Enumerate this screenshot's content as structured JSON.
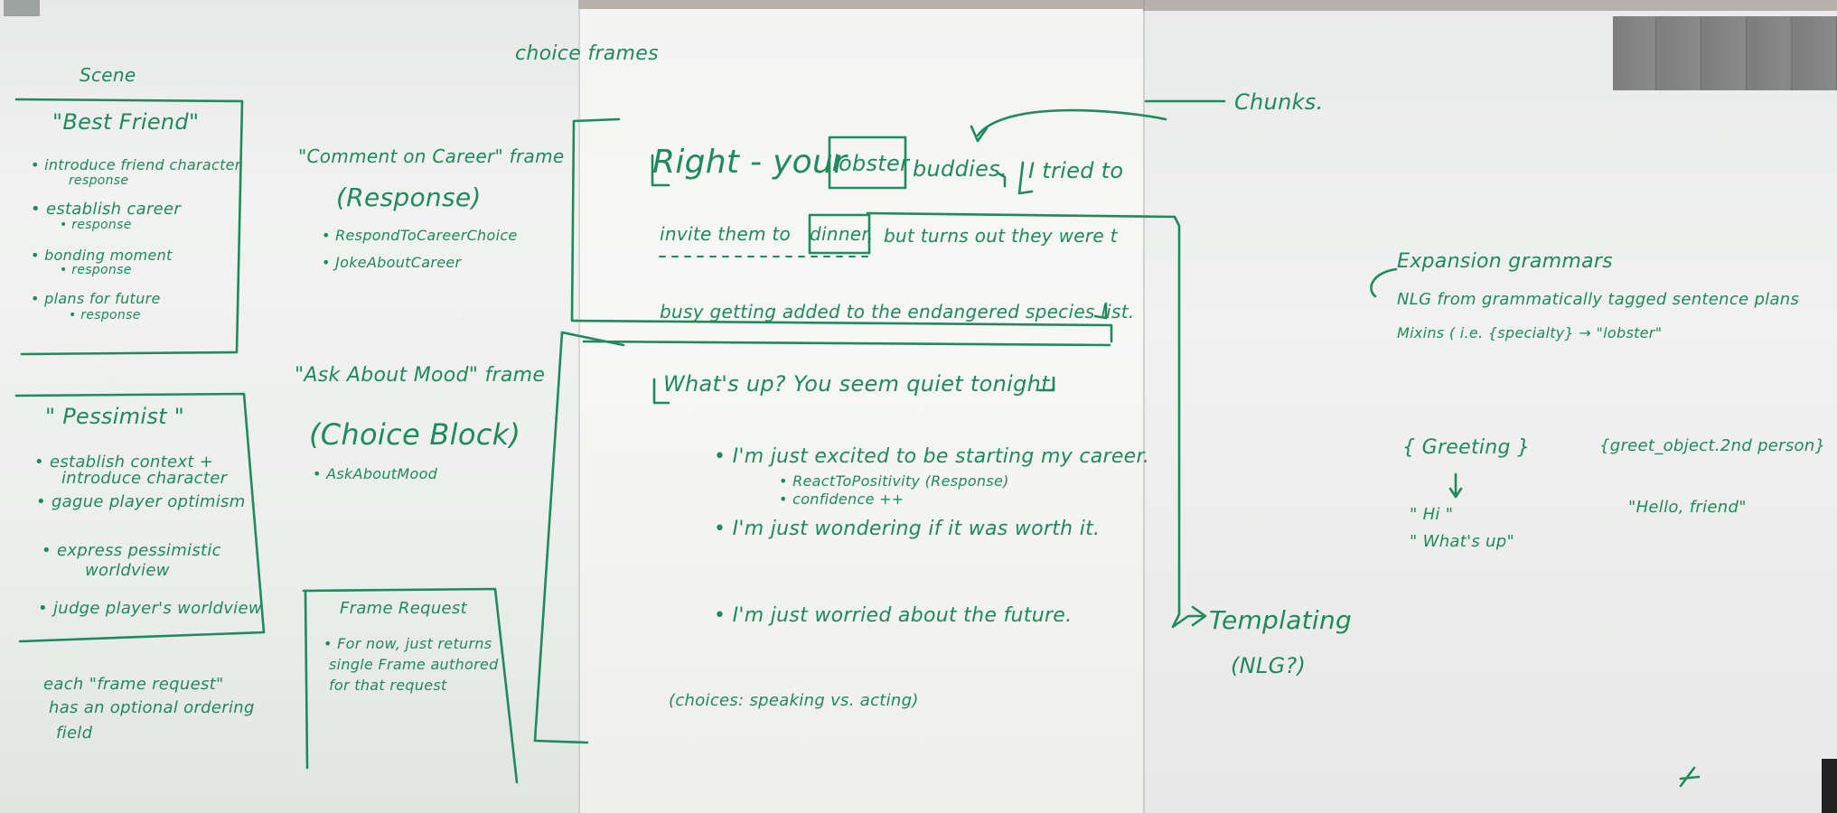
{
  "colors": {
    "ink": "#1f8a5a",
    "board": "#f2f3f2"
  },
  "left_board": {
    "scene_heading": "Scene",
    "choice_frames_heading": "choice frames",
    "best_friend": {
      "title": "\"Best Friend\"",
      "lines": [
        "• introduce friend character",
        "response",
        "• establish career",
        "• response",
        "• bonding moment",
        "• response",
        "• plans for future",
        "• response"
      ]
    },
    "pessimist": {
      "title": "\" Pessimist \"",
      "lines": [
        "• establish context +",
        "introduce character",
        "• gague player optimism",
        "• express pessimistic",
        "worldview",
        "• judge player's worldview"
      ]
    },
    "comment_frame": {
      "title": "\"Comment on Career\" frame",
      "subtitle": "(Response)",
      "items": [
        "• RespondToCareerChoice",
        "• JokeAboutCareer"
      ]
    },
    "ask_frame": {
      "title": "\"Ask About Mood\" frame",
      "subtitle": "(Choice Block)",
      "items": [
        "• AskAboutMood"
      ]
    },
    "frame_request": {
      "title": "Frame Request",
      "lines": [
        "• For now, just returns",
        "single Frame authored",
        "for that request"
      ]
    },
    "note": [
      "each \"frame request\"",
      "has an optional ordering",
      "field"
    ]
  },
  "middle_board": {
    "line1_start": "Right - your",
    "line1_boxed": "lobster",
    "line1_end": "buddies.",
    "line1_tail": "I tried to",
    "line2_start": "invite them to",
    "line2_boxed": "dinner,",
    "line2_end": "but turns out they were t",
    "line3": "busy getting added to the endangered species list.",
    "question": "What's up? You seem quiet tonight.",
    "choice1": "• I'm just excited to be starting my career.",
    "choice1_sub1": "• ReactToPositivity (Response)",
    "choice1_sub2": "• confidence ++",
    "choice2": "• I'm just wondering if it was worth it.",
    "choice3": "• I'm just worried about the future.",
    "choices_note": "(choices: speaking vs. acting)"
  },
  "right_board": {
    "chunks": "Chunks.",
    "expansion": "Expansion grammars",
    "nlg_line": "NLG from grammatically tagged sentence plans",
    "mixins": "Mixins ( i.e. {specialty} → \"lobster\"",
    "greeting": "{ Greeting }",
    "greet_object": "{greet_object.2nd person}",
    "hi": "\" Hi \"",
    "whats_up": "\" What's up\"",
    "hello_friend": "\"Hello, friend\"",
    "templating": "Templating",
    "nlg_q": "(NLG?)"
  }
}
